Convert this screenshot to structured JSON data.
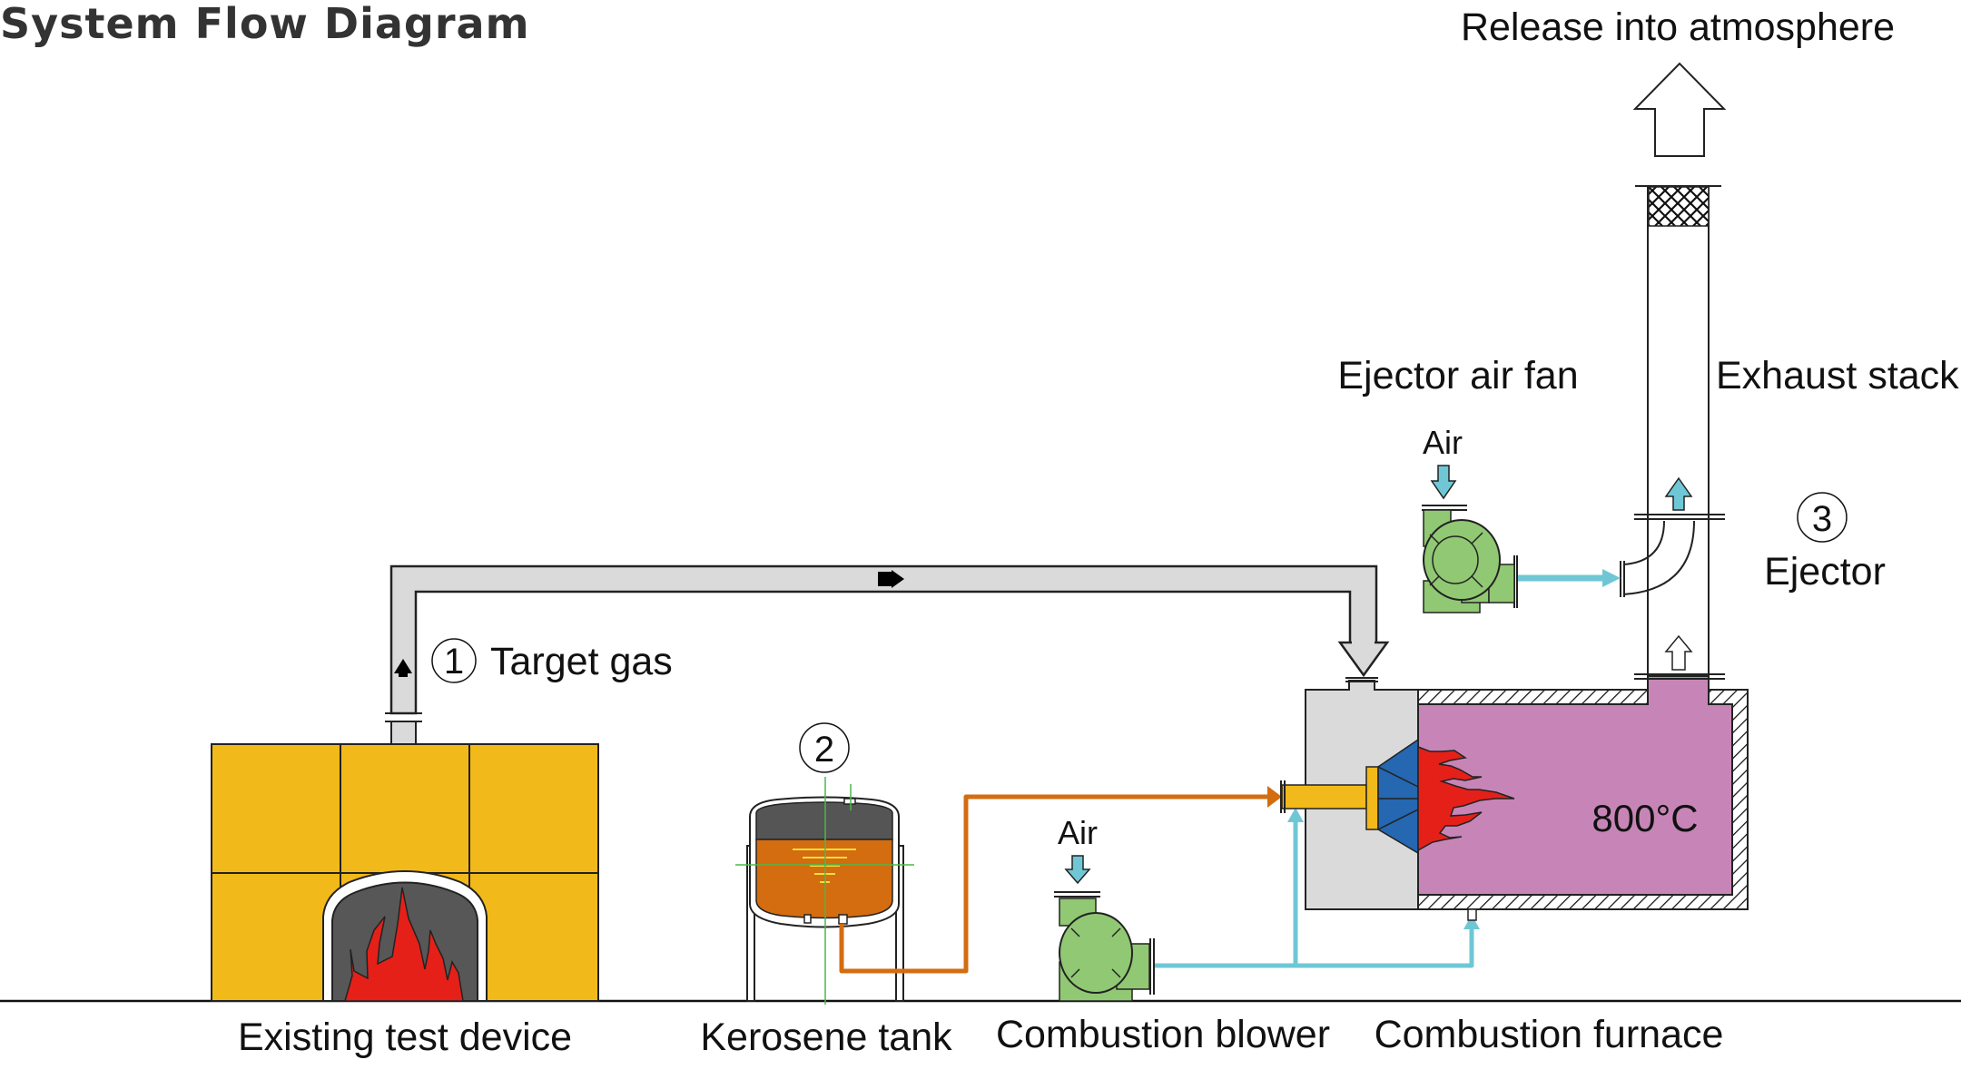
{
  "title": "System Flow Diagram",
  "labels": {
    "release": "Release into atmosphere",
    "ejector_air_fan": "Ejector air fan",
    "exhaust_stack": "Exhaust stack",
    "ejector": "Ejector",
    "target_gas": "Target gas",
    "existing_test_device": "Existing test device",
    "kerosene_tank": "Kerosene tank",
    "combustion_blower": "Combustion blower",
    "combustion_furnace": "Combustion furnace",
    "air_fan_intake": "Air",
    "air_blower_intake": "Air",
    "furnace_temperature": "800°C"
  },
  "markers": {
    "target_gas": "1",
    "kerosene_tank": "2",
    "ejector": "3"
  },
  "colors": {
    "test_device": "#F2B91B",
    "fire": "#E52019",
    "firebox": "#575757",
    "gas_pipe": "#DADADA",
    "kerosene": "#D46C10",
    "tank_top": "#555555",
    "fuel_line": "#D46C10",
    "air_line": "#6FC7D6",
    "blower": "#91C873",
    "furnace_chamber": "#C785B7",
    "burner": "#2567B0",
    "burner_pipe": "#F2B91B",
    "furnace_box": "#DADADA",
    "level_marks": "#F2E03A",
    "centerline": "#4CB848"
  }
}
